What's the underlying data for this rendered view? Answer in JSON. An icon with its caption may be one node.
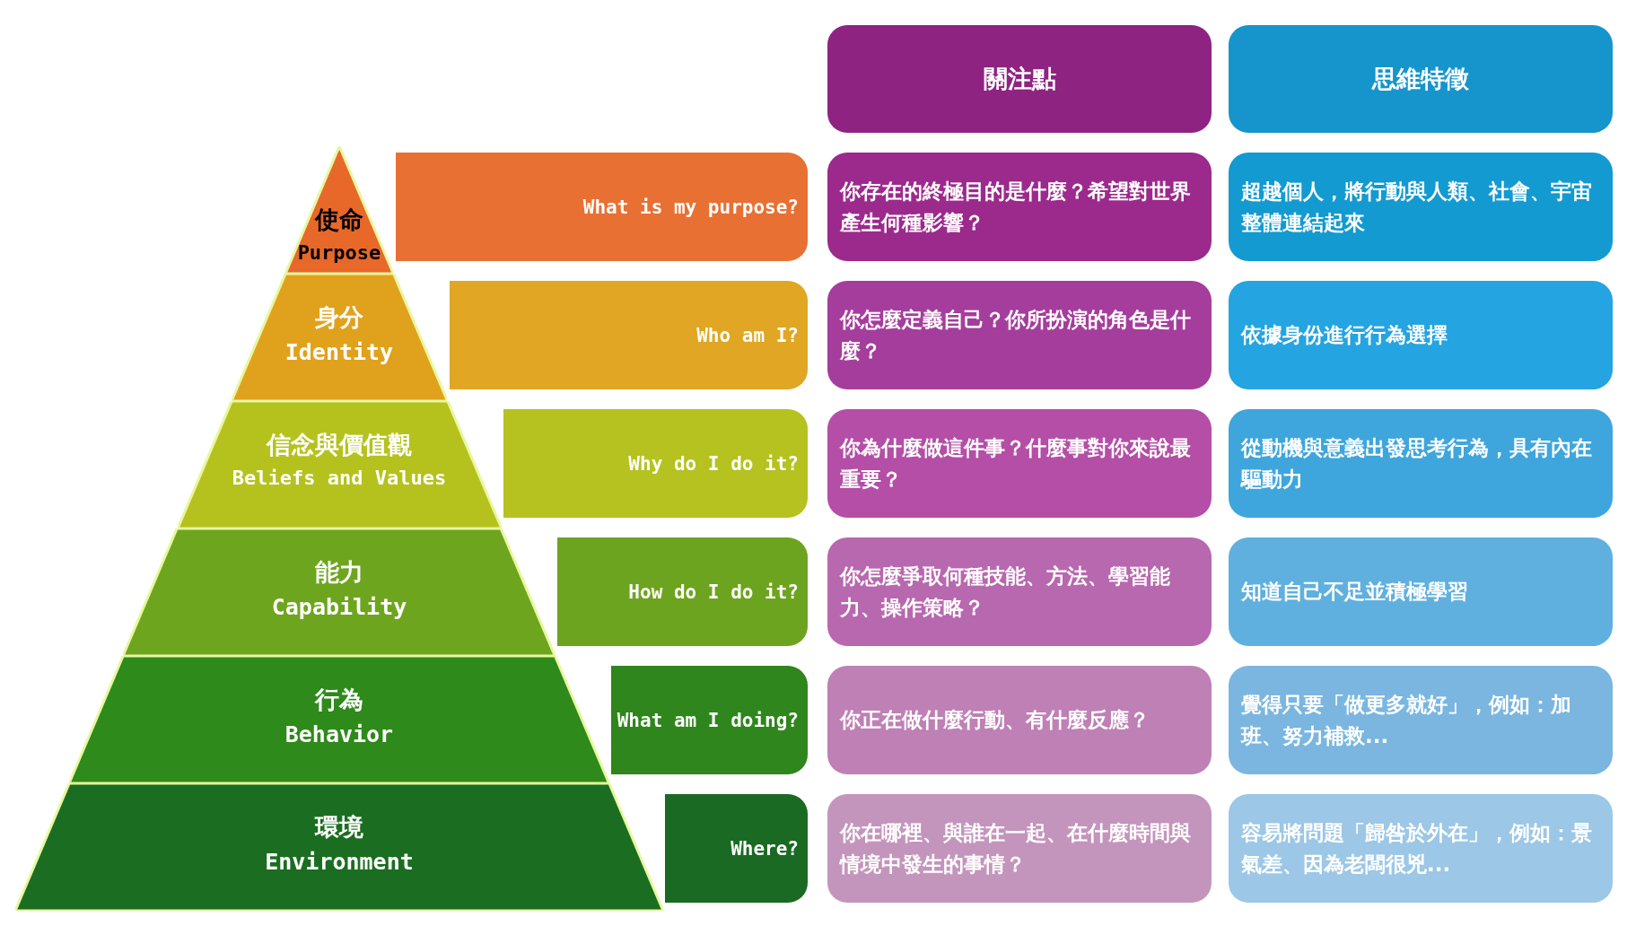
{
  "diagram": {
    "nodes": [
      {
        "text": [
          "關注點"
        ]
      },
      {
        "text": [
          "思維特徵"
        ]
      },
      {
        "text": [
          "使命",
          "Purpose"
        ]
      },
      {
        "text": [
          "What is my purpose?"
        ]
      },
      {
        "text": [
          "你存在的終極目的是什麼？希望對世界產生何種影響？"
        ]
      },
      {
        "text": [
          "超越個人，將行動與人類、社會、宇宙整體連結起來"
        ]
      },
      {
        "text": [
          "身分",
          "Identity"
        ]
      },
      {
        "text": [
          "Who am I?"
        ]
      },
      {
        "text": [
          "你怎麼定義自己？你所扮演的角色是什麼？"
        ]
      },
      {
        "text": [
          "依據身份進行行為選擇"
        ]
      },
      {
        "text": [
          "信念與價值觀",
          "Beliefs and Values"
        ]
      },
      {
        "text": [
          "Why do I do it?"
        ]
      },
      {
        "text": [
          "你為什麼做這件事？什麼事對你來說最重要？"
        ]
      },
      {
        "text": [
          "從動機與意義出發思考行為，具有內在驅動力"
        ]
      },
      {
        "text": [
          "能力",
          "Capability"
        ]
      },
      {
        "text": [
          "How do I do it?"
        ]
      },
      {
        "text": [
          "你怎麼爭取何種技能、方法、學習能力、操作策略？"
        ]
      },
      {
        "text": [
          "知道自己不足並積極學習"
        ]
      },
      {
        "text": [
          "行為",
          "Behavior"
        ]
      },
      {
        "text": [
          "What am I doing?"
        ]
      },
      {
        "text": [
          "你正在做什麼行動、有什麼反應？"
        ]
      },
      {
        "text": [
          "覺得只要「做更多就好」，例如：加班、努力補救..."
        ]
      },
      {
        "text": [
          "環境",
          "Environment"
        ]
      },
      {
        "text": [
          "Where?"
        ]
      },
      {
        "text": [
          "你在哪裡、與誰在一起、在什麼時間與情境中發生的事情？"
        ]
      },
      {
        "text": [
          "容易將問題「歸咎於外在」，例如：景氣差、因為老闆很兇..."
        ]
      }
    ]
  }
}
